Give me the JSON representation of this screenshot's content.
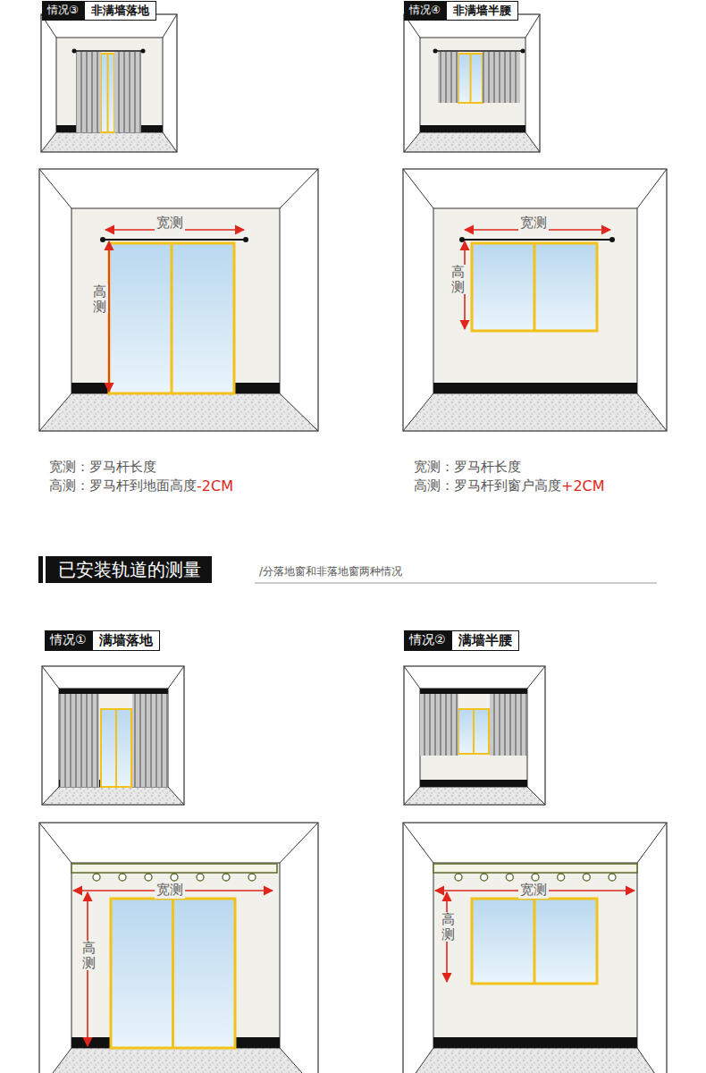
{
  "diagram": {
    "nodes": [
      {
        "text": [
          "情况③",
          "非满墙落地"
        ]
      },
      {
        "text": [
          "情况④",
          "非满墙半腰"
        ]
      },
      {
        "text": [
          "已安装轨道的测量"
        ]
      },
      {
        "text": [
          "情况①",
          "满墙落地"
        ]
      },
      {
        "text": [
          "情况②",
          "满墙半腰"
        ]
      }
    ],
    "labels": [
      "宽测",
      "高测",
      "宽测",
      "高测",
      "宽测：罗马杆长度",
      "高测：罗马杆到地面高度",
      "-2CM",
      "宽测：罗马杆长度",
      "高测：罗马杆到窗户高度",
      "+2CM",
      "/分落地窗和非落地窗两种情况",
      "宽测",
      "高测",
      "宽测",
      "高测"
    ]
  }
}
